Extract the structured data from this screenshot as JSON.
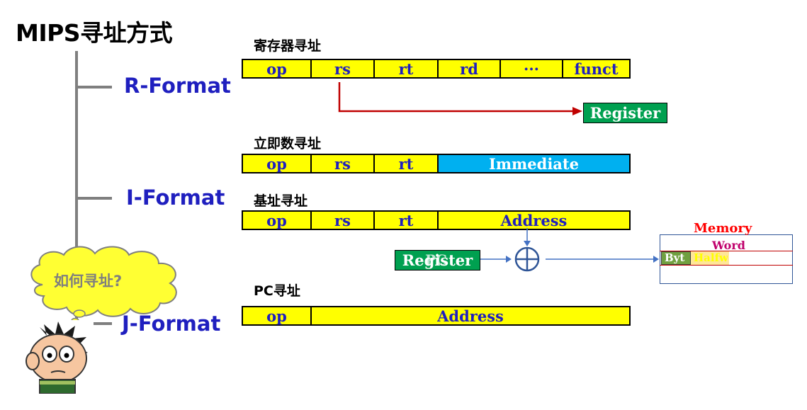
{
  "title": "MIPS寻址方式",
  "formats": {
    "r": "R-Format",
    "i": "I-Format",
    "j": "J-Format"
  },
  "thought_bubble": "如何寻址?",
  "sections": {
    "register": {
      "title": "寄存器寻址",
      "fields": [
        "op",
        "rs",
        "rt",
        "rd",
        "···",
        "funct"
      ],
      "target": "Register"
    },
    "immediate": {
      "title": "立即数寻址",
      "fields": [
        "op",
        "rs",
        "rt",
        "Immediate"
      ]
    },
    "base": {
      "title": "基址寻址",
      "fields": [
        "op",
        "rs",
        "rt",
        "Address"
      ],
      "register_box": "Register",
      "pc_overlay": "PC",
      "memory": {
        "title": "Memory",
        "word": "Word",
        "byte": "Byt",
        "halfword": "Halfw"
      }
    },
    "pc": {
      "title": "PC寻址",
      "fields": [
        "op",
        "Address"
      ]
    }
  },
  "colors": {
    "field_fill": "#ffff00",
    "field_text": "#1f1fbf",
    "immediate_fill": "#00b0f0",
    "register_fill": "#00a050",
    "arrow_red": "#c00000",
    "arrow_blue": "#4472c4",
    "memory_title": "#ff0000",
    "word_text": "#c0006c"
  }
}
